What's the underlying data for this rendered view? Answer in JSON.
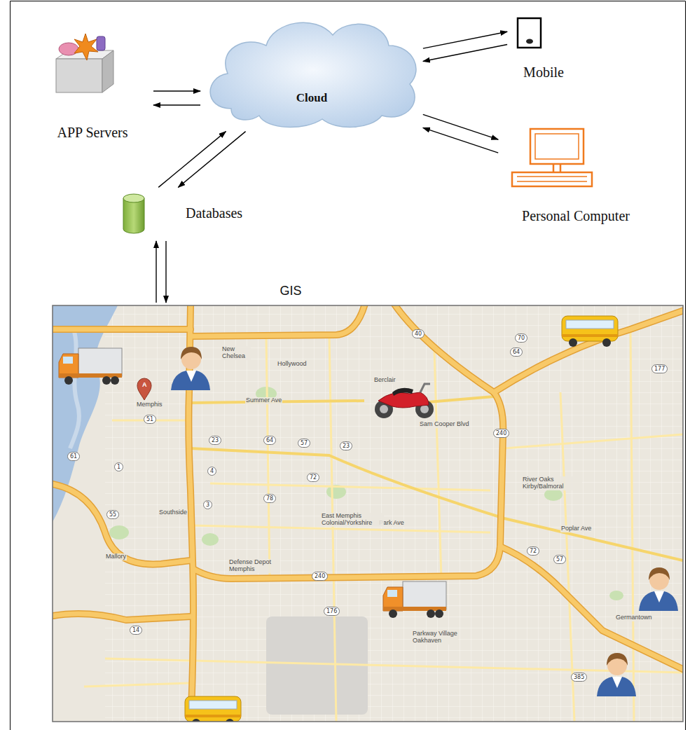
{
  "diagram": {
    "nodes": [
      {
        "text": [
          "APP Servers"
        ]
      },
      {
        "text": [
          "Cloud"
        ]
      },
      {
        "text": [
          "Mobile"
        ]
      },
      {
        "text": [
          "Personal Computer"
        ]
      },
      {
        "text": [
          "Databases"
        ]
      },
      {
        "text": [
          "GIS"
        ]
      }
    ],
    "edges": [
      {
        "from": 0,
        "to": 1,
        "arrow": "to"
      },
      {
        "from": 1,
        "to": 0,
        "arrow": "to"
      },
      {
        "from": 2,
        "to": 1,
        "arrow": "to"
      },
      {
        "from": 1,
        "to": 2,
        "arrow": "to"
      },
      {
        "from": 3,
        "to": 1,
        "arrow": "to"
      },
      {
        "from": 1,
        "to": 3,
        "arrow": "to"
      },
      {
        "from": 1,
        "to": 4,
        "arrow": "to"
      },
      {
        "from": 4,
        "to": 1,
        "arrow": "to"
      },
      {
        "from": 4,
        "to": 5,
        "arrow": "to"
      },
      {
        "from": 5,
        "to": 4,
        "arrow": "to"
      }
    ],
    "labels": [
      "A",
      "Memphis",
      "New Chelsea",
      "Hollywood",
      "Berclair",
      "Summer Ave",
      "Sam Cooper Blvd",
      "Poplar Ave",
      "Park Ave",
      "Southside",
      "Mallory",
      "East Memphis Colonial/Yorkshire",
      "Defense Depot Memphis",
      "Parkway Village Oakhaven",
      "River Oaks Kirby/Balmoral",
      "Germantown",
      "240",
      "240",
      "40",
      "55",
      "51",
      "23",
      "64",
      "57",
      "72",
      "23",
      "4",
      "3",
      "78",
      "61",
      "1",
      "14",
      "70",
      "64",
      "177",
      "385",
      "176",
      "72",
      "57"
    ]
  }
}
